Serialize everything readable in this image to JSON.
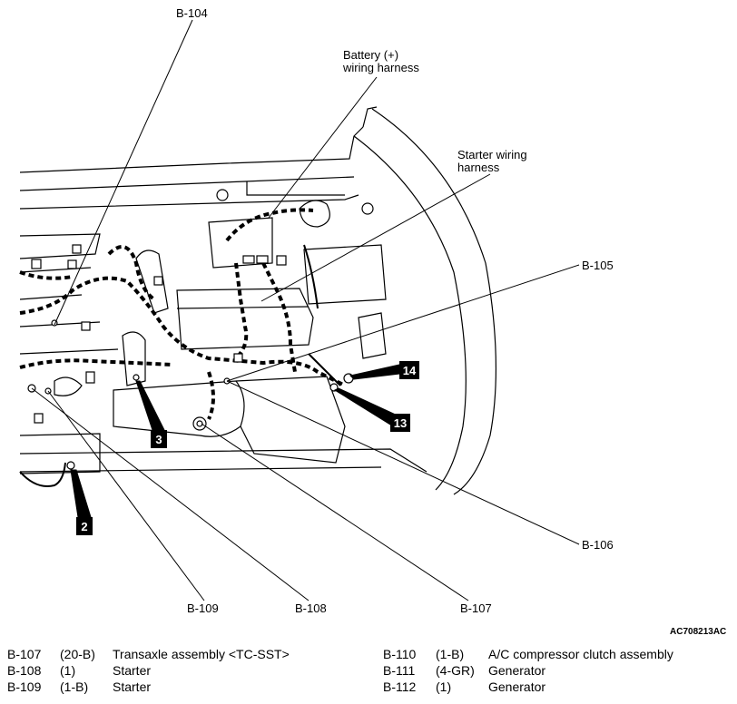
{
  "labels": {
    "b104": "B-104",
    "battery": "Battery (+)",
    "battery2": "wiring harness",
    "starter": "Starter wiring",
    "starter2": "harness",
    "b105": "B-105",
    "b106": "B-106",
    "b107": "B-107",
    "b108": "B-108",
    "b109": "B-109"
  },
  "badges": {
    "n2": "2",
    "n3": "3",
    "n13": "13",
    "n14": "14"
  },
  "figure_code": "AC708213AC",
  "legend_left": [
    {
      "code": "B-107",
      "spec": "(20-B)",
      "desc": "Transaxle assembly <TC-SST>"
    },
    {
      "code": "B-108",
      "spec": "(1)",
      "desc": "Starter"
    },
    {
      "code": "B-109",
      "spec": "(1-B)",
      "desc": "Starter"
    }
  ],
  "legend_right": [
    {
      "code": "B-110",
      "spec": "(1-B)",
      "desc": "A/C compressor clutch assembly"
    },
    {
      "code": "B-111",
      "spec": "(4-GR)",
      "desc": "Generator"
    },
    {
      "code": "B-112",
      "spec": "(1)",
      "desc": "Generator"
    }
  ]
}
